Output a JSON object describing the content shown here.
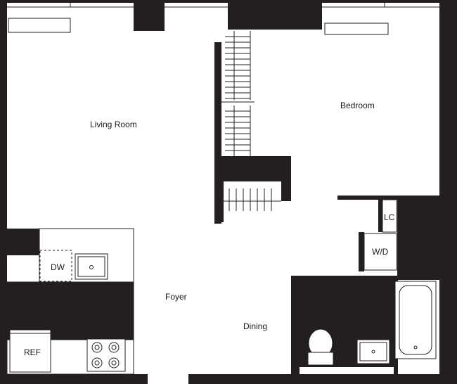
{
  "plan": {
    "rooms": {
      "living_room": "Living Room",
      "bedroom": "Bedroom",
      "foyer": "Foyer",
      "dining": "Dining"
    },
    "fixtures": {
      "dishwasher": "DW",
      "refrigerator": "REF",
      "linen_closet": "LC",
      "washer_dryer": "W/D"
    }
  }
}
